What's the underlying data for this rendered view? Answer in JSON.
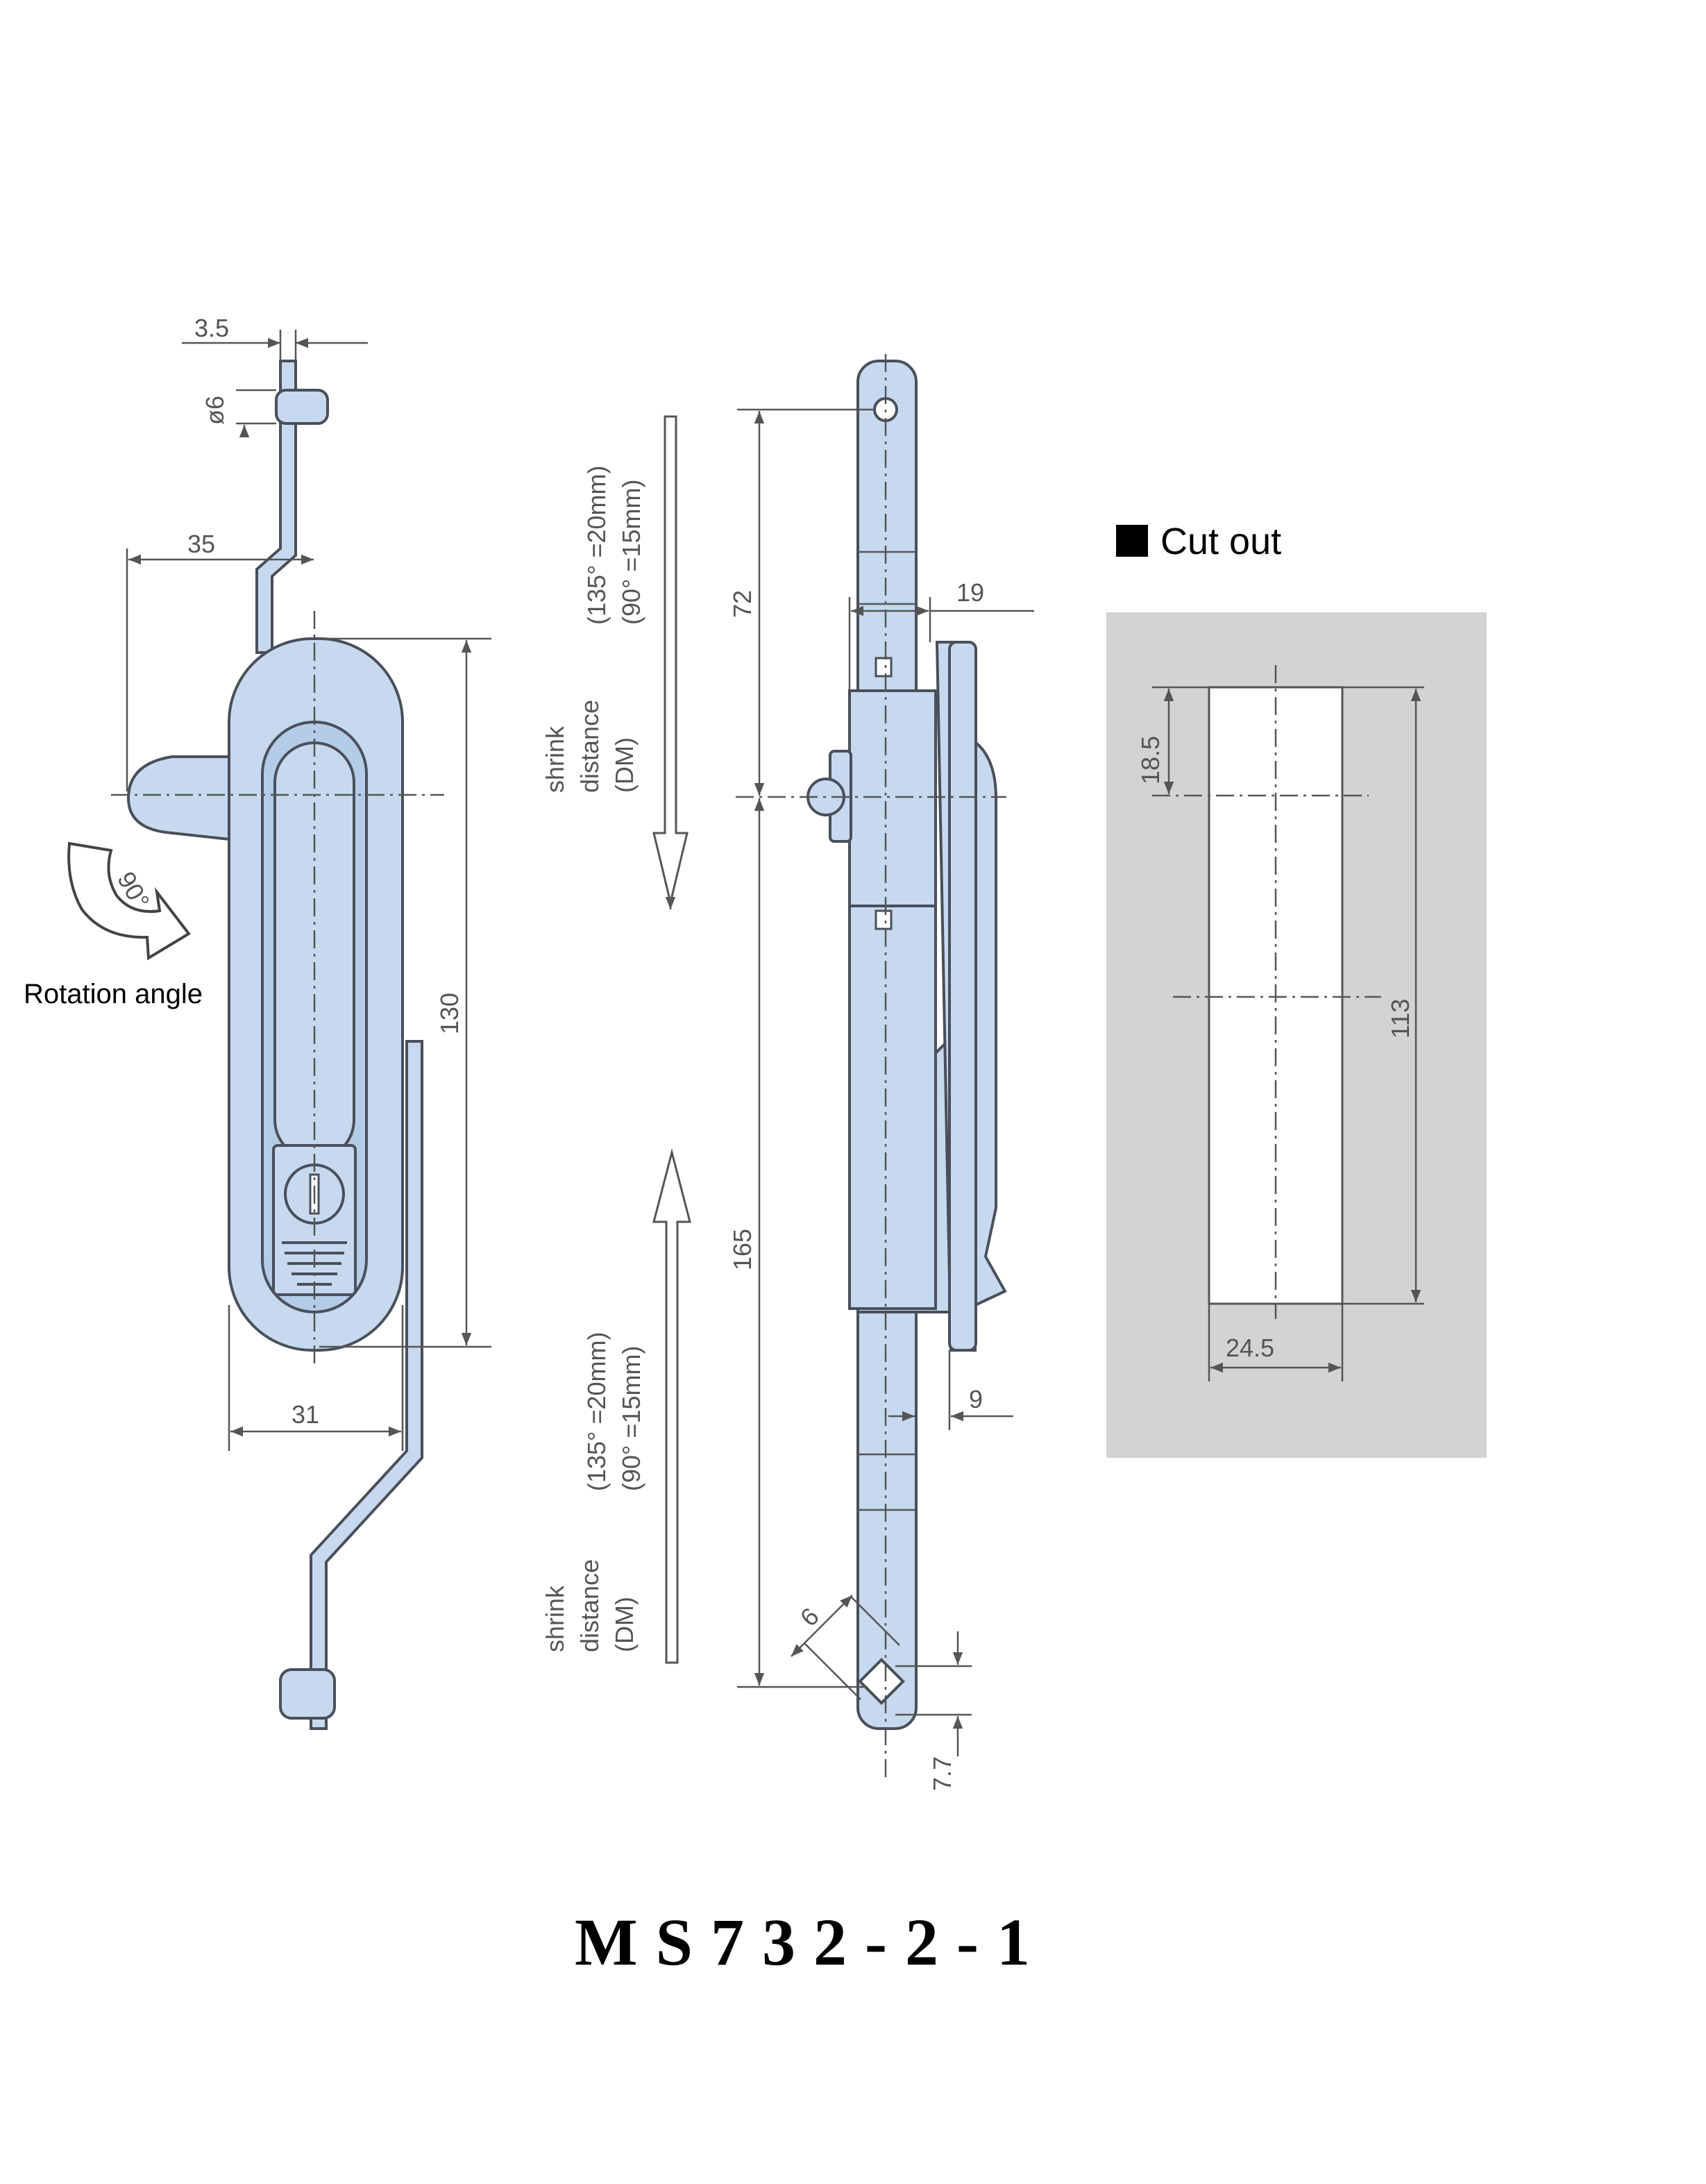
{
  "title": "MS732-2-1",
  "cut_out_label": "Cut out",
  "rotation": {
    "label": "Rotation angle",
    "angle": "90°"
  },
  "shrink_note": {
    "line1": "shrink",
    "line2": "distance",
    "line3": "(DM)",
    "line4": "(135°  =20mm)",
    "line5": "(90°  =15mm)"
  },
  "dimensions": {
    "d3_5": "3.5",
    "d6_dia": "ø6",
    "d35": "35",
    "d130": "130",
    "d31": "31",
    "d72": "72",
    "d19": "19",
    "d165": "165",
    "d9": "9",
    "d6": "6",
    "d7_7": "7.7",
    "d18_5": "18.5",
    "d113": "113",
    "d24_5": "24.5"
  },
  "colors": {
    "part_fill": "#c6d9ef",
    "cutout_bg": "#d3d3d3",
    "line": "#555555"
  }
}
